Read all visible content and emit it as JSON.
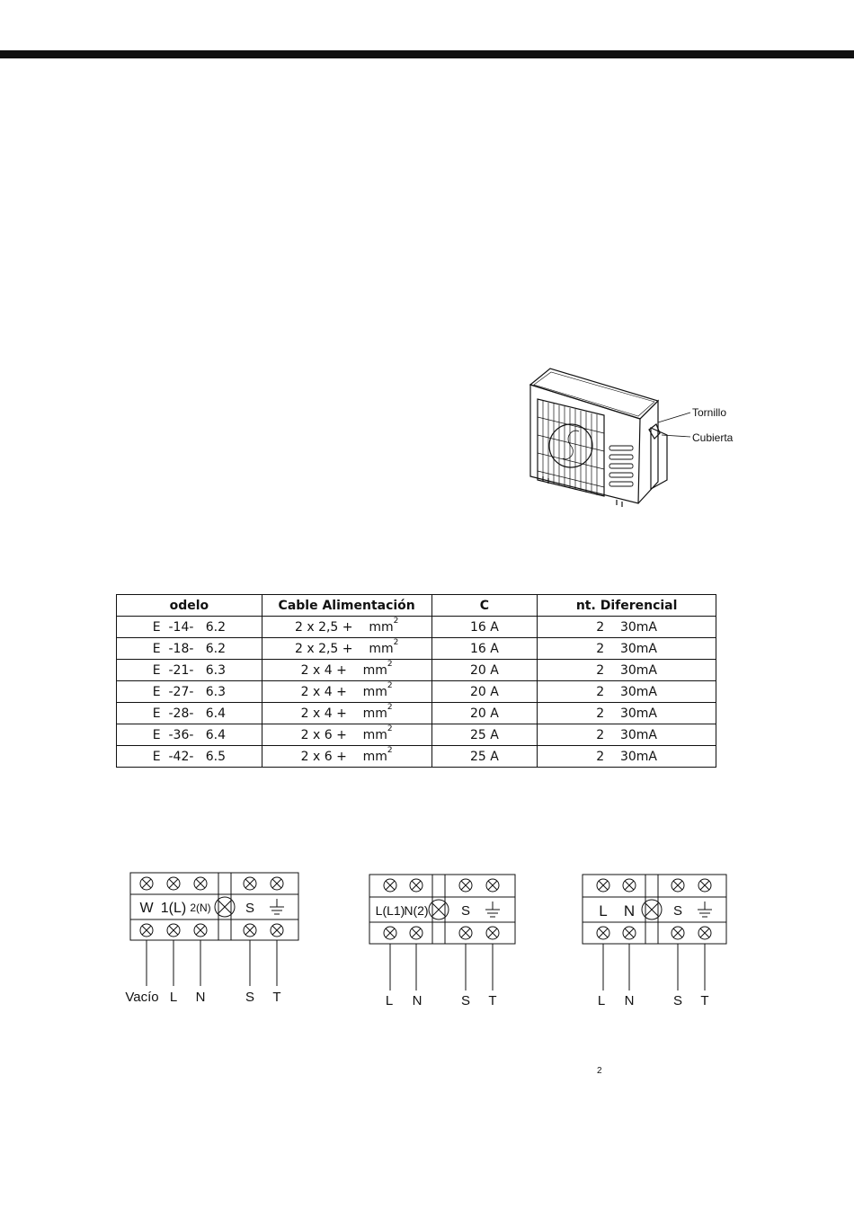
{
  "callouts": {
    "screw": "Tornillo",
    "cover": "Cubierta"
  },
  "table": {
    "headers": [
      "odelo",
      "Cable Alimentación",
      "C",
      "nt. Diferencial"
    ],
    "rows": [
      {
        "model": "E  -14-   6.2",
        "cable": "2 x 2,5 +    mm",
        "breaker": "16 A",
        "diff": "2    30mA"
      },
      {
        "model": "E  -18-   6.2",
        "cable": "2 x 2,5 +    mm",
        "breaker": "16 A",
        "diff": "2    30mA"
      },
      {
        "model": "E  -21-   6.3",
        "cable": "2 x 4 +    mm",
        "breaker": "20 A",
        "diff": "2    30mA"
      },
      {
        "model": "E  -27-   6.3",
        "cable": "2 x 4 +    mm",
        "breaker": "20 A",
        "diff": "2    30mA"
      },
      {
        "model": "E  -28-   6.4",
        "cable": "2 x 4 +    mm",
        "breaker": "20 A",
        "diff": "2    30mA"
      },
      {
        "model": "E  -36-   6.4",
        "cable": "2 x 6 +    mm",
        "breaker": "25 A",
        "diff": "2    30mA"
      },
      {
        "model": "E  -42-   6.5",
        "cable": "2 x 6 +    mm",
        "breaker": "25 A",
        "diff": "2    30mA"
      }
    ],
    "superscript": "2"
  },
  "terminal_blocks": [
    {
      "labels": [
        "W",
        "1(L)",
        "2(N)",
        "S"
      ],
      "wires": [
        "Vacío",
        "L",
        "N",
        "S",
        "T"
      ]
    },
    {
      "labels": [
        "L(L1)",
        "N(2)",
        "S"
      ],
      "wires": [
        "L",
        "N",
        "S",
        "T"
      ]
    },
    {
      "labels": [
        "L",
        "N",
        "S"
      ],
      "wires": [
        "L",
        "N",
        "S",
        "T"
      ]
    }
  ],
  "page_number": "2"
}
